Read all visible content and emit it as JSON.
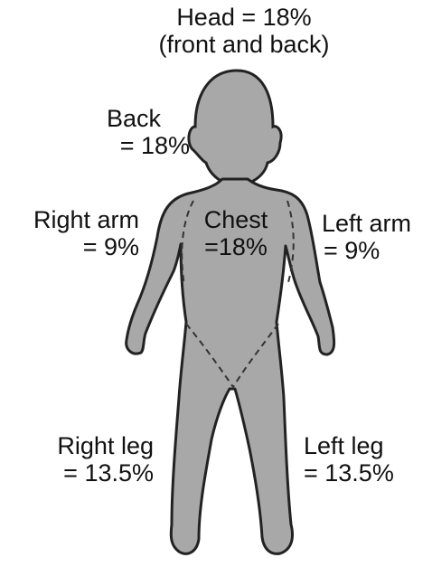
{
  "colors": {
    "body_fill": "#a8a8a8",
    "outline": "#222222",
    "background": "#ffffff"
  },
  "labels": {
    "head": {
      "line1": "Head = 18%",
      "line2": "(front and back)"
    },
    "back": {
      "line1": "Back",
      "line2": "= 18%"
    },
    "chest": {
      "line1": "Chest",
      "line2": "=18%"
    },
    "right_arm": {
      "line1": "Right arm",
      "line2": "= 9%"
    },
    "left_arm": {
      "line1": "Left arm",
      "line2": "= 9%"
    },
    "right_leg": {
      "line1": "Right leg",
      "line2": "= 13.5%"
    },
    "left_leg": {
      "line1": "Left leg",
      "line2": "= 13.5%"
    }
  }
}
